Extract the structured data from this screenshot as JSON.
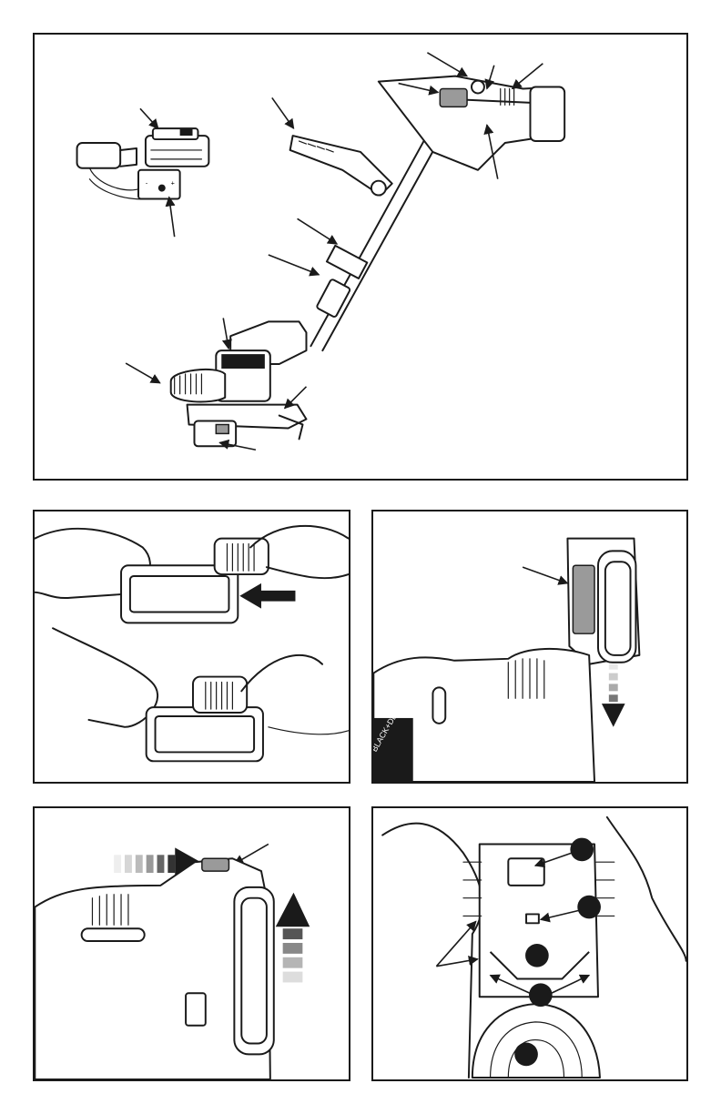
{
  "figures": [
    {
      "id": "A",
      "content": "tool-overview"
    },
    {
      "id": "B",
      "content": "battery-charger-insertion"
    },
    {
      "id": "C",
      "content": "battery-removal"
    },
    {
      "id": "D",
      "content": "battery-release-button"
    },
    {
      "id": "E",
      "content": "spool-cap-detail"
    }
  ],
  "brand_logo_text": "BLACK+DECKER",
  "charger_labels": [
    "-",
    "+"
  ],
  "icons": [
    "arrow-left-icon",
    "arrow-down-icon",
    "arrow-right-icon",
    "arrow-up-icon",
    "callout-dot-icon"
  ],
  "colors": {
    "line": "#1a1a1a",
    "fill_gray": "#9a9a9a",
    "background": "#ffffff"
  }
}
